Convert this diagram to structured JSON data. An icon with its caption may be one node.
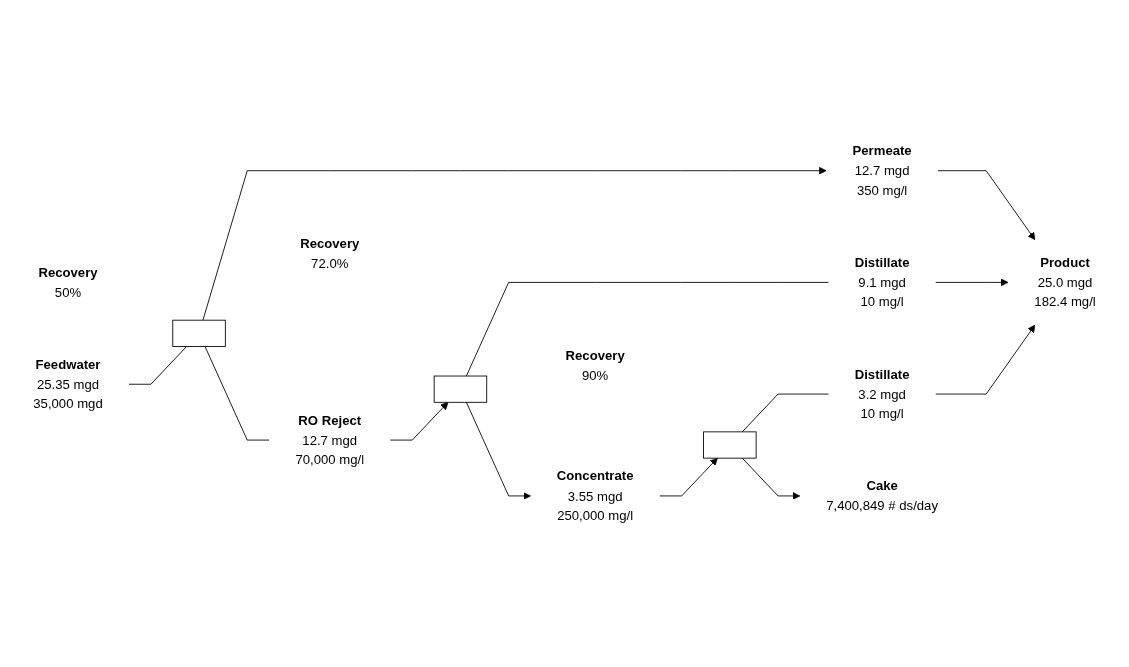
{
  "diagram": {
    "nodes": [
      {
        "text": [
          "Feedwater",
          "25.35 mgd",
          "35,000 mgd"
        ]
      },
      {
        "text": [],
        "shape": "box",
        "beside": [
          "Recovery",
          "50%"
        ]
      },
      {
        "text": [
          "Permeate",
          "12.7 mgd",
          "350 mg/l"
        ]
      },
      {
        "text": [
          "Product",
          "25.0 mgd",
          "182.4 mg/l"
        ]
      },
      {
        "text": [
          "RO Reject",
          "12.7 mgd",
          "70,000 mg/l"
        ]
      },
      {
        "text": [],
        "shape": "box",
        "beside": [
          "Recovery",
          "72.0%"
        ]
      },
      {
        "text": [
          "Distillate",
          "9.1 mgd",
          "10 mg/l"
        ]
      },
      {
        "text": [
          "Concentrate",
          "3.55 mgd",
          "250,000 mg/l"
        ]
      },
      {
        "text": [],
        "shape": "box",
        "beside": [
          "Recovery",
          "90%"
        ]
      },
      {
        "text": [
          "Distillate",
          "3.2 mgd",
          "10 mg/l"
        ]
      },
      {
        "text": [
          "Cake",
          "7,400,849 # ds/day"
        ]
      }
    ],
    "edges": [
      {
        "from": 0,
        "to": 1,
        "arrow": "none"
      },
      {
        "from": 1,
        "to": 2,
        "arrow": "to"
      },
      {
        "from": 2,
        "to": 3,
        "arrow": "to"
      },
      {
        "from": 1,
        "to": 4,
        "arrow": "none"
      },
      {
        "from": 4,
        "to": 5,
        "arrow": "to"
      },
      {
        "from": 5,
        "to": 6,
        "arrow": "none"
      },
      {
        "from": 6,
        "to": 3,
        "arrow": "to"
      },
      {
        "from": 5,
        "to": 7,
        "arrow": "to"
      },
      {
        "from": 7,
        "to": 8,
        "arrow": "to"
      },
      {
        "from": 8,
        "to": 9,
        "arrow": "none"
      },
      {
        "from": 9,
        "to": 3,
        "arrow": "to"
      },
      {
        "from": 8,
        "to": 10,
        "arrow": "to"
      }
    ]
  }
}
